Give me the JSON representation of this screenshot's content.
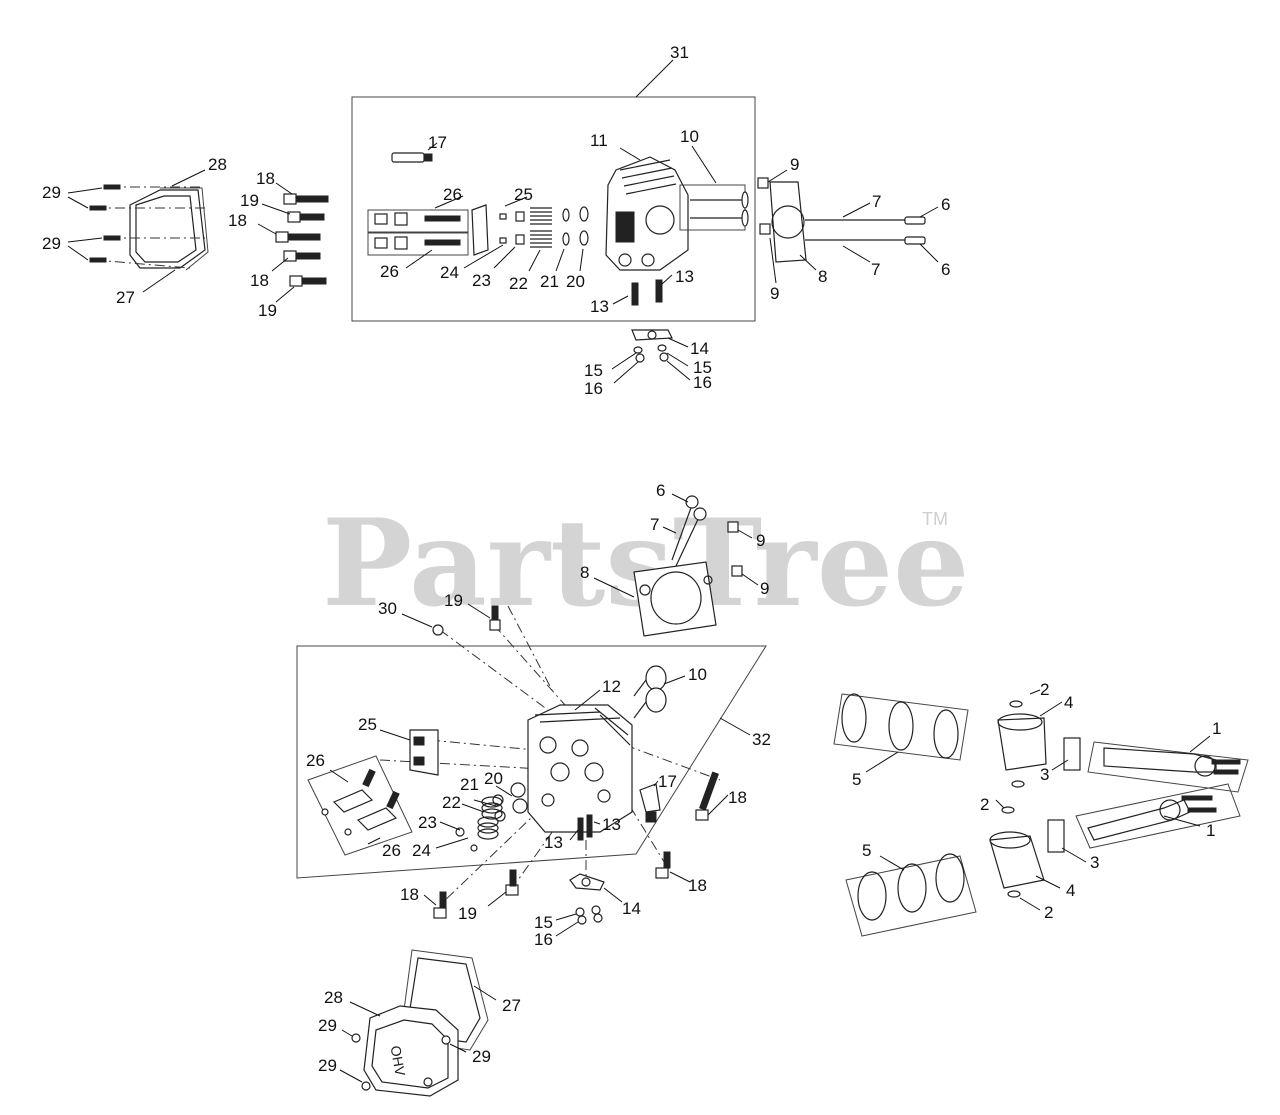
{
  "watermark": {
    "text": "PartsTree",
    "trademark": "TM"
  },
  "labels": [
    "31",
    "17",
    "11",
    "10",
    "9",
    "28",
    "29",
    "18",
    "19",
    "26",
    "25",
    "6",
    "7",
    "8",
    "24",
    "23",
    "22",
    "21",
    "20",
    "13",
    "14",
    "15",
    "16",
    "12",
    "30",
    "32",
    "1",
    "2",
    "3",
    "4",
    "5",
    "27"
  ],
  "assemblies": {
    "top_cylinder_head_box": "31",
    "bottom_cylinder_head_box": "32"
  }
}
